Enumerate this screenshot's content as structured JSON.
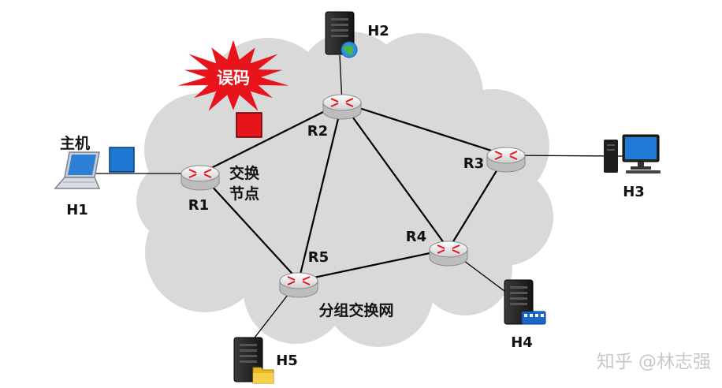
{
  "diagram": {
    "colors": {
      "cloud": "#d9d9d9",
      "link": "#000000",
      "burst": "#e8141b",
      "packet_error": "#e8141b",
      "packet": "#1f77d4"
    },
    "routers": [
      {
        "id": "R1",
        "label": "R1"
      },
      {
        "id": "R2",
        "label": "R2"
      },
      {
        "id": "R3",
        "label": "R3"
      },
      {
        "id": "R4",
        "label": "R4"
      },
      {
        "id": "R5",
        "label": "R5"
      }
    ],
    "hosts": [
      {
        "id": "H1",
        "label": "H1",
        "icon": "laptop-icon"
      },
      {
        "id": "H2",
        "label": "H2",
        "icon": "server-globe-icon"
      },
      {
        "id": "H3",
        "label": "H3",
        "icon": "desktop-computer-icon"
      },
      {
        "id": "H4",
        "label": "H4",
        "icon": "server-film-icon"
      },
      {
        "id": "H5",
        "label": "H5",
        "icon": "server-folder-icon"
      }
    ],
    "links": [
      [
        "R1",
        "R2"
      ],
      [
        "R1",
        "R5"
      ],
      [
        "R2",
        "R5"
      ],
      [
        "R2",
        "R3"
      ],
      [
        "R2",
        "R4"
      ],
      [
        "R3",
        "R4"
      ],
      [
        "R4",
        "R5"
      ],
      [
        "H1",
        "R1"
      ],
      [
        "H2",
        "R2"
      ],
      [
        "H3",
        "R3"
      ],
      [
        "H4",
        "R4"
      ],
      [
        "H5",
        "R5"
      ]
    ],
    "labels": {
      "host_caption": "主机",
      "switch_node_line1": "交换",
      "switch_node_line2": "节点",
      "network_name": "分组交换网",
      "error_burst": "误码"
    },
    "watermark": "知乎 @林志强"
  }
}
